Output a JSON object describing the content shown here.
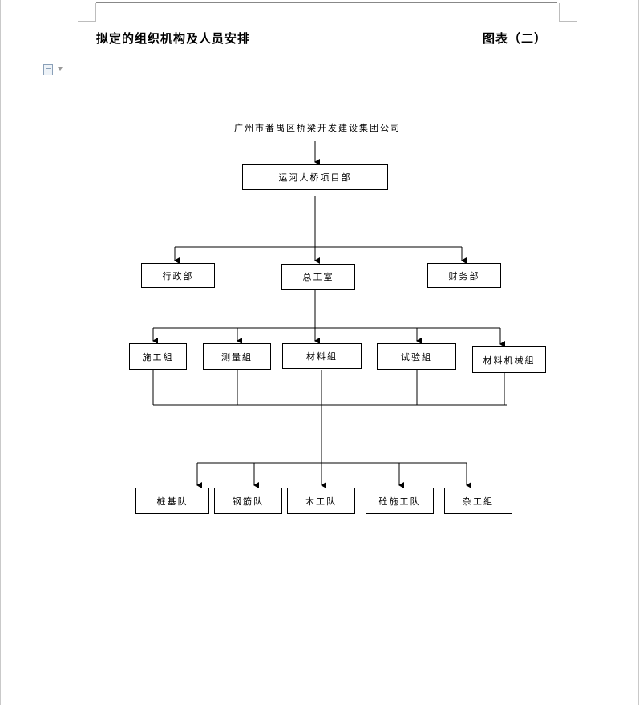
{
  "document": {
    "title": "拟定的组织机构及人员安排",
    "figure_label": "图表（二）"
  },
  "org_chart": {
    "root": "广州市番禺区桥梁开发建设集团公司",
    "project_department": "运河大桥项目部",
    "departments": {
      "admin": "行政部",
      "chief_engineer": "总工室",
      "finance": "财务部"
    },
    "groups": {
      "construction": "施工組",
      "survey": "测量組",
      "materials": "材料組",
      "testing": "试验組",
      "machinery": "材料机械組"
    },
    "teams": {
      "pile_foundation": "桩基队",
      "rebar": "钢筋队",
      "carpentry": "木工队",
      "concrete": "砼施工队",
      "misc": "杂工組"
    }
  }
}
